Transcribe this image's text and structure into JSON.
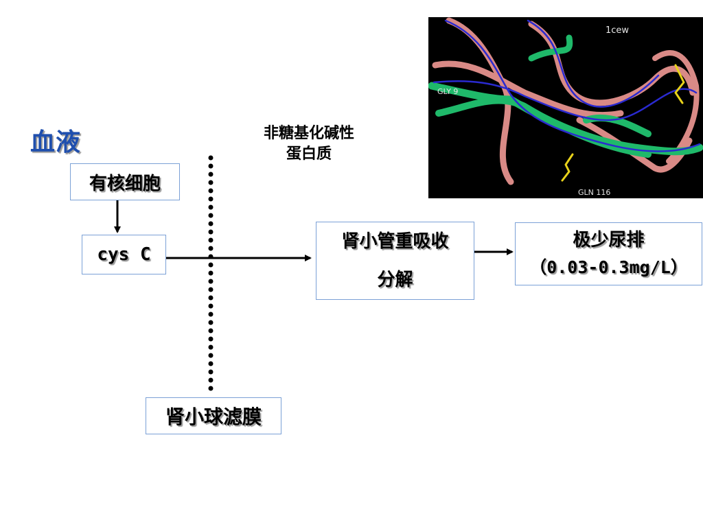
{
  "blood_title": "血液",
  "protein_label": {
    "line1": "非糖基化碱性",
    "line2": "蛋白质"
  },
  "boxes": {
    "nucleated_cells": "有核细胞",
    "cys_c": "cys C",
    "tubule": {
      "line1": "肾小管重吸收",
      "line2": "分解"
    },
    "urine": {
      "line1": "极少尿排",
      "line2": "（0.03-0.3mg/L）"
    },
    "glomerular_membrane": "肾小球滤膜"
  },
  "protein_image": {
    "id_label": "1cew",
    "residue_start": "GLY 9",
    "residue_end": "GLN 116"
  },
  "colors": {
    "title_blue": "#1f4fae",
    "box_border": "#7aa0d6",
    "ribbon_green": "#1fb96a",
    "ribbon_pink": "#d98a86",
    "ribbon_blue": "#2a2ad0",
    "disulfide_yellow": "#e8d21a"
  }
}
